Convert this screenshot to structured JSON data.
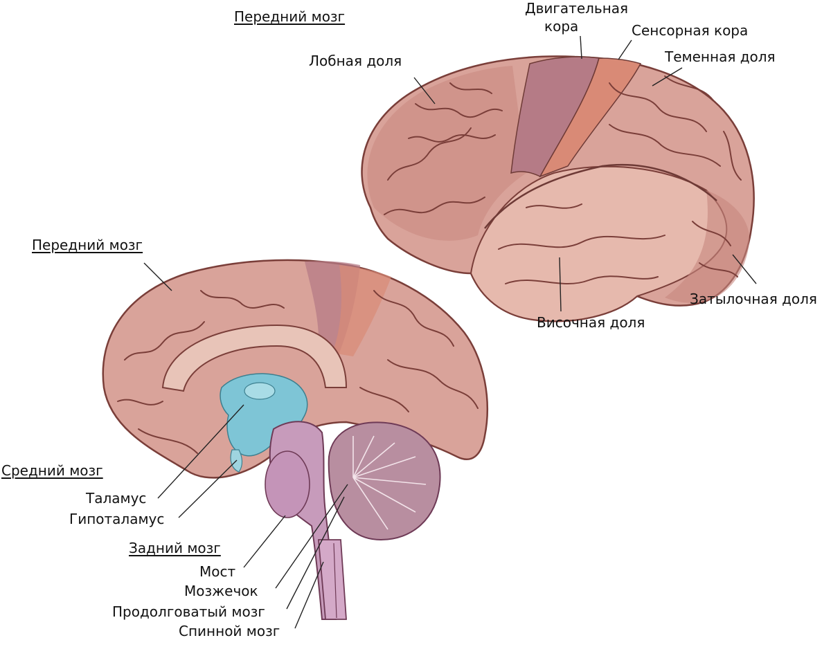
{
  "colors": {
    "cortex": "#d9a39a",
    "cortex_dark": "#a8635d",
    "gyrus_line": "#6e3a36",
    "motor": "#b57b86",
    "sensory": "#d98a76",
    "ventricle": "#7ec5d6",
    "brainstem": "#c79bbb",
    "cerebellum": "#b88ea0",
    "line": "#222222"
  },
  "lateral": {
    "forebrain": "Передний мозг",
    "motor_cortex_1": "Двигательная",
    "motor_cortex_2": "кора",
    "sensory_cortex": "Сенсорная кора",
    "frontal_lobe": "Лобная доля",
    "parietal_lobe": "Теменная доля",
    "occipital_lobe": "Затылочная доля",
    "temporal_lobe": "Височная доля"
  },
  "sagittal": {
    "forebrain": "Передний мозг",
    "midbrain": "Средний мозг",
    "thalamus": "Таламус",
    "hypothalamus": "Гипоталамус",
    "hindbrain": "Задний мозг",
    "pons": "Мост",
    "cerebellum": "Мозжечок",
    "medulla": "Продолговатый мозг",
    "spinal_cord": "Спинной мозг"
  }
}
